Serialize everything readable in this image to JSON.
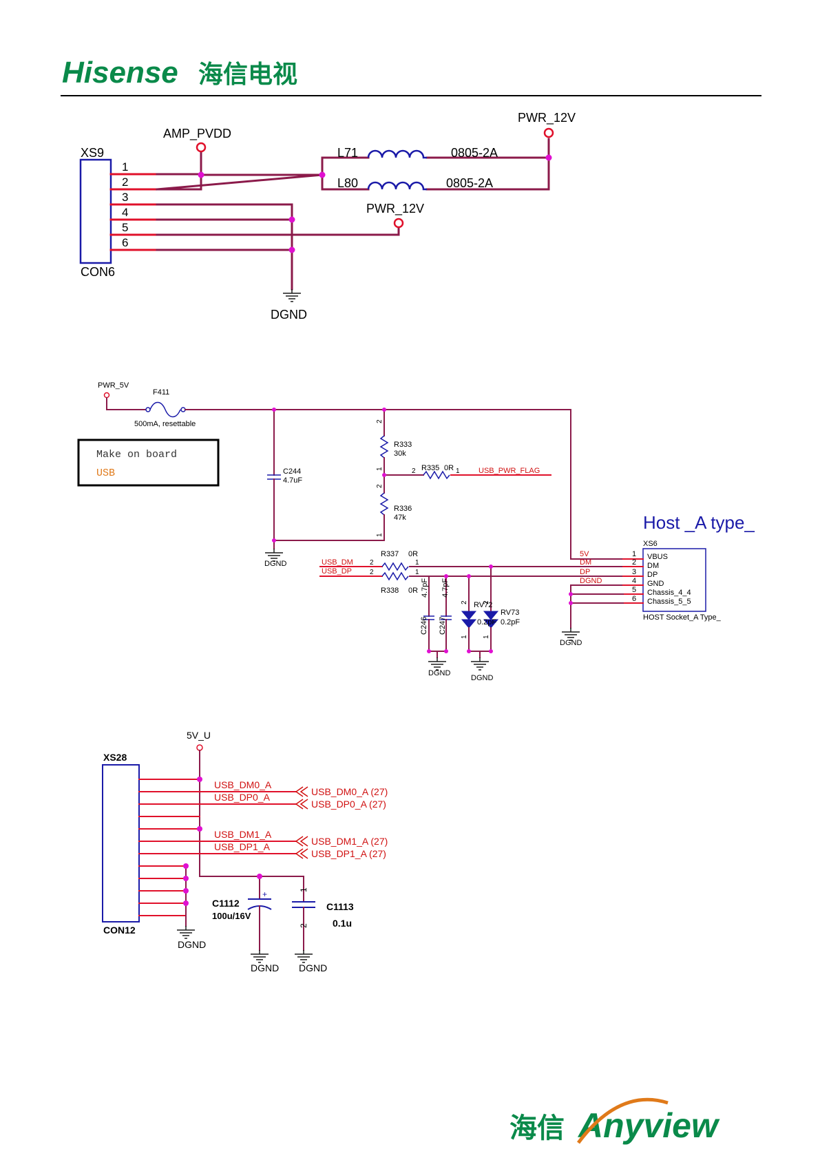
{
  "header": {
    "brand_latin": "Hisense",
    "brand_cn": "海信电视"
  },
  "footer": {
    "brand_cn": "海信",
    "brand_latin": "Anyview"
  },
  "colors": {
    "brand_green": "#0a8a4a",
    "wire": "#8b1a4a",
    "pin": "#e0102a",
    "junction": "#e010d0",
    "component": "#1a1aa8",
    "note_orange": "#e07a1a"
  },
  "section1": {
    "connector_ref": "XS9",
    "connector_type": "CON6",
    "pins": [
      "1",
      "2",
      "3",
      "4",
      "5",
      "6"
    ],
    "amp_net": "AMP_PVDD",
    "pwr_net_top": "PWR_12V",
    "pwr_net_mid": "PWR_12V",
    "l71_ref": "L71",
    "l71_val": "0805-2A",
    "l80_ref": "L80",
    "l80_val": "0805-2A",
    "gnd": "DGND"
  },
  "section2": {
    "pwr_net": "PWR_5V",
    "fuse_ref": "F411",
    "fuse_val": "500mA, resettable",
    "note_line1": "Make on board",
    "note_line2": "USB",
    "c244_ref": "C244",
    "c244_val": "4.7uF",
    "r333_ref": "R333",
    "r333_val": "30k",
    "r335_ref": "R335",
    "r335_val": "0R",
    "usb_pwr_flag": "USB_PWR_FLAG",
    "r336_ref": "R336",
    "r336_val": "47k",
    "r337_ref": "R337",
    "r337_val": "0R",
    "r338_ref": "R338",
    "r338_val": "0R",
    "usb_dm_net": "USB_DM",
    "usb_dp_net": "USB_DP",
    "cap_left_val": "4.7pF",
    "cap_right_val": "4.7pF",
    "c246_ref": "C246",
    "c247_ref": "C247",
    "rv72_ref": "RV72",
    "rv72_val": "0.2pF",
    "rv73_ref": "RV73",
    "rv73_val": "0.2pF",
    "host_title": "Host _A type_",
    "xs6_ref": "XS6",
    "xs6_nets": [
      "5V",
      "DM",
      "DP",
      "DGND"
    ],
    "xs6_pin_nums": [
      "1",
      "2",
      "3",
      "4",
      "5",
      "6"
    ],
    "xs6_pin_names": [
      "VBUS",
      "DM",
      "DP",
      "GND",
      "Chassis_4_4",
      "Chassis_5_5"
    ],
    "xs6_type": "HOST Socket_A Type_",
    "pin_1": "1",
    "pin_2": "2",
    "gnd": "DGND"
  },
  "section3": {
    "pwr_net": "5V_U",
    "connector_ref": "XS28",
    "connector_type": "CON12",
    "nets": [
      "USB_DM0_A",
      "USB_DP0_A",
      "USB_DM1_A",
      "USB_DP1_A"
    ],
    "offpage": [
      "USB_DM0_A (27)",
      "USB_DP0_A (27)",
      "USB_DM1_A (27)",
      "USB_DP1_A (27)"
    ],
    "c1112_ref": "C1112",
    "c1112_val": "100u/16V",
    "c1113_ref": "C1113",
    "c1113_val": "0.1u",
    "plus": "+",
    "pin_1": "1",
    "pin_2": "2",
    "gnd": "DGND"
  }
}
